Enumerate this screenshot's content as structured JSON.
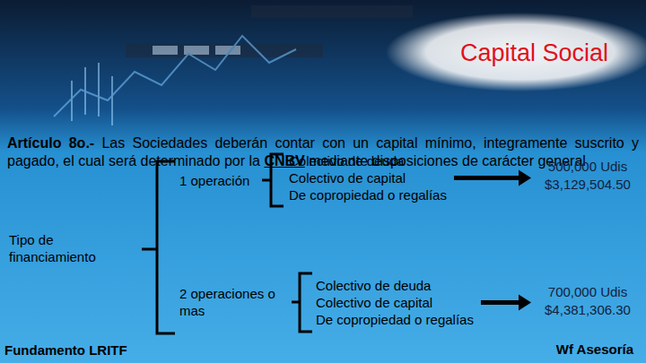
{
  "diagram": {
    "title": "Capital Social",
    "nodes": [
      {
        "text": [
          "Tipo de financiamiento"
        ]
      },
      {
        "text": [
          "1 operación"
        ]
      },
      {
        "text": [
          "Colectivo de deuda",
          "Colectivo de capital",
          "De copropiedad o regalías"
        ]
      },
      {
        "text": [
          "500,000 Udis",
          "$3,129,504.50"
        ]
      },
      {
        "text": [
          "2 operaciones o mas"
        ]
      },
      {
        "text": [
          "Colectivo de deuda",
          "Colectivo de capital",
          "De copropiedad o regalías"
        ]
      },
      {
        "text": [
          "700,000 Udis",
          "$4,381,306.30"
        ]
      }
    ],
    "edges": [
      {
        "from": 2,
        "to": 3,
        "arrow": "to"
      },
      {
        "from": 5,
        "to": 6,
        "arrow": "to"
      }
    ],
    "labels": [
      "Artículo 8o.-",
      "Las Sociedades deberán contar con un capital mínimo, integramente suscrito y pagado, el cual será determinado por la",
      "CNBV",
      "mediante disposiciones de carácter general",
      "Fundamento LRITF",
      "Wf Asesoría"
    ]
  }
}
